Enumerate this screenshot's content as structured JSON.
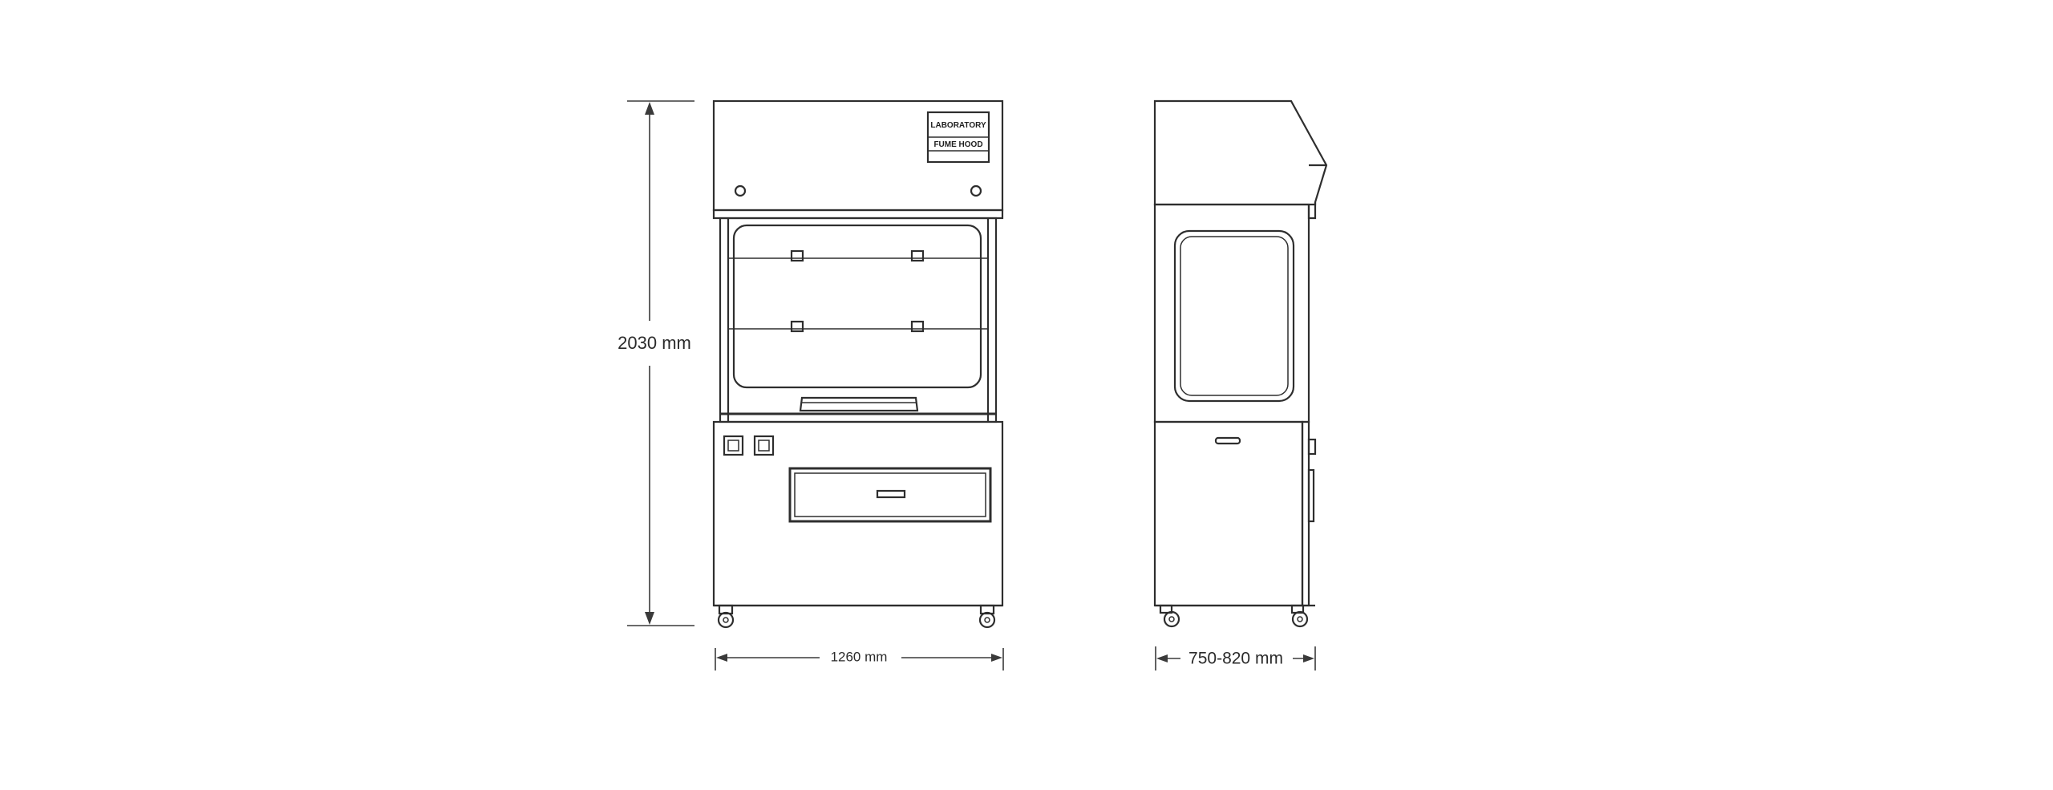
{
  "diagram": {
    "front_view": {
      "label_line1": "LABORATORY",
      "label_line2": "FUME HOOD"
    },
    "dimensions": {
      "height": "2030 mm",
      "width": "1260 mm",
      "depth": "750-820 mm"
    }
  }
}
